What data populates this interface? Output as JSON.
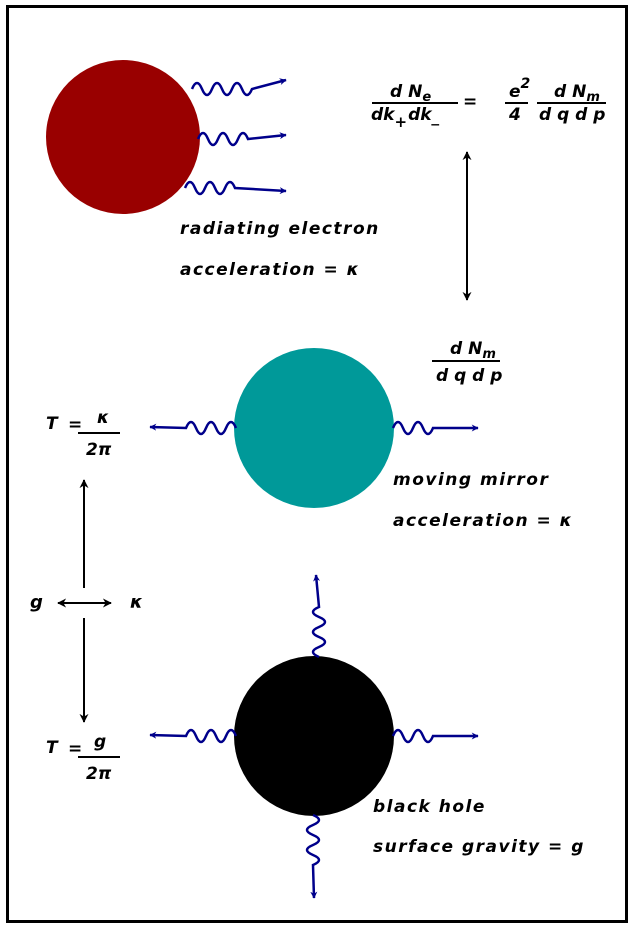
{
  "colors": {
    "electron": "#990000",
    "mirror": "#009999",
    "black_hole": "#000000",
    "photon": "#00008b",
    "arrow": "#000000",
    "frame": "#000000"
  },
  "electron": {
    "caption_line1": "radiating electron",
    "caption_line2": "acceleration = κ"
  },
  "mirror": {
    "caption_line1": "moving mirror",
    "caption_line2": "acceleration = κ"
  },
  "black_hole": {
    "caption_line1": "black hole",
    "caption_line2": "surface gravity = g"
  },
  "equation": {
    "lhs_num": "d N",
    "lhs_num_sub": "e",
    "lhs_den_a": "dk",
    "lhs_den_a_sub": "+",
    "lhs_den_b": "dk",
    "lhs_den_b_sub": "_",
    "equals": "=",
    "coef_num": "e",
    "coef_sup": "2",
    "coef_den": "4",
    "rhs_num": "d N",
    "rhs_num_sub": "m",
    "rhs_den": "d q d p"
  },
  "mirror_spectrum": {
    "num": "d N",
    "num_sub": "m",
    "den": "d q d p"
  },
  "temp_top": {
    "lhs": "T",
    "eq": "=",
    "num": "κ",
    "den": "2π"
  },
  "temp_bottom": {
    "lhs": "T",
    "eq": "=",
    "num": "g",
    "den": "2π"
  },
  "relation": {
    "left": "g",
    "right": "κ"
  }
}
